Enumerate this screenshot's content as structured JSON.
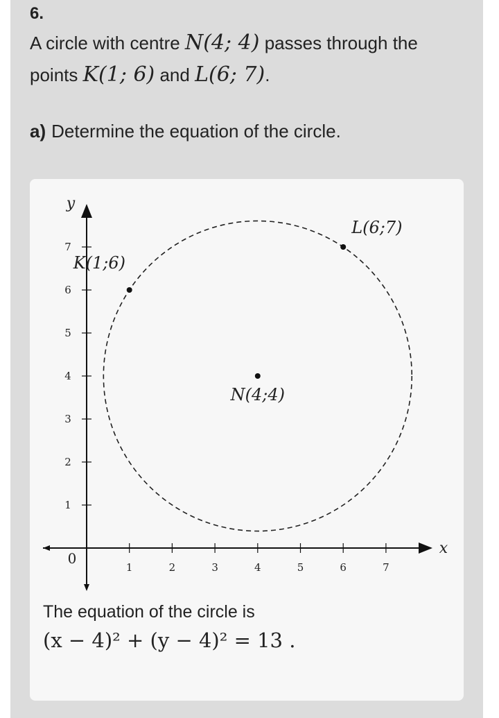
{
  "question": {
    "number": "6.",
    "text_a": "A circle with centre ",
    "centre_label": "N(4; 4)",
    "text_b": " passes through the",
    "text_c": "points ",
    "point_k_label": "K(1; 6)",
    "text_d": " and ",
    "point_l_label": "L(6; 7)",
    "text_e": "."
  },
  "part_a": {
    "label": "a)",
    "text": "Determine the equation of the circle."
  },
  "graph": {
    "x_axis_label": "x",
    "y_axis_label": "y",
    "origin_label": "0",
    "x_ticks": [
      "1",
      "2",
      "3",
      "4",
      "5",
      "6",
      "7"
    ],
    "y_ticks": [
      "1",
      "2",
      "3",
      "4",
      "5",
      "6",
      "7"
    ],
    "points": [
      {
        "label": "K(1;6)",
        "x": 1,
        "y": 6
      },
      {
        "label": "L(6;7)",
        "x": 6,
        "y": 7
      },
      {
        "label": "N(4;4)",
        "x": 4,
        "y": 4
      }
    ],
    "circle": {
      "cx": 4,
      "cy": 4,
      "r_squared": 13,
      "style": "dashed"
    }
  },
  "answer": {
    "intro": "The equation of the circle is",
    "equation": "(x − 4)² + (y − 4)² = 13 ."
  }
}
